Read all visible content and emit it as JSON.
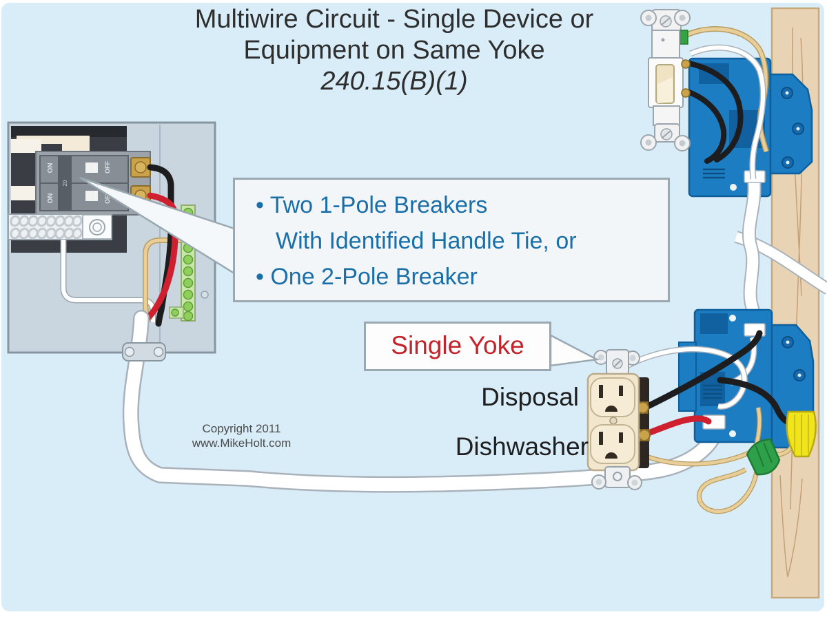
{
  "title": {
    "line1": "Multiwire Circuit - Single Device or",
    "line2": "Equipment on Same Yoke",
    "line3": "240.15(B)(1)"
  },
  "callout_breakers": {
    "line1": "• Two 1-Pole Breakers",
    "line2": "With Identified Handle Tie, or",
    "line3": "• One 2-Pole Breaker"
  },
  "callout_yoke": {
    "label": "Single Yoke"
  },
  "labels": {
    "disposal": "Disposal",
    "dishwasher": "Dishwasher"
  },
  "copyright": {
    "line1": "Copyright 2011",
    "line2": "www.MikeHolt.com"
  },
  "panel": {
    "breaker_on": "ON",
    "breaker_off": "OFF",
    "breaker_rating": "20"
  },
  "colors": {
    "background": "#d9edf8",
    "callout_text_blue": "#1a6fa8",
    "callout_text_red": "#c4232b",
    "title_text": "#2e2e2e",
    "device_box_blue": "#1d7dc2",
    "wood": "#e9d3b5",
    "wire_black": "#1d1d1f",
    "wire_red": "#cf2030",
    "wire_white": "#ffffff",
    "wire_ground_tan": "#e8cf9a",
    "wire_nut_green": "#2ea04a",
    "wire_nut_yellow": "#f0e41c",
    "panel_gray": "#c9d6e0",
    "receptacle_cream": "#f2e6cd"
  }
}
